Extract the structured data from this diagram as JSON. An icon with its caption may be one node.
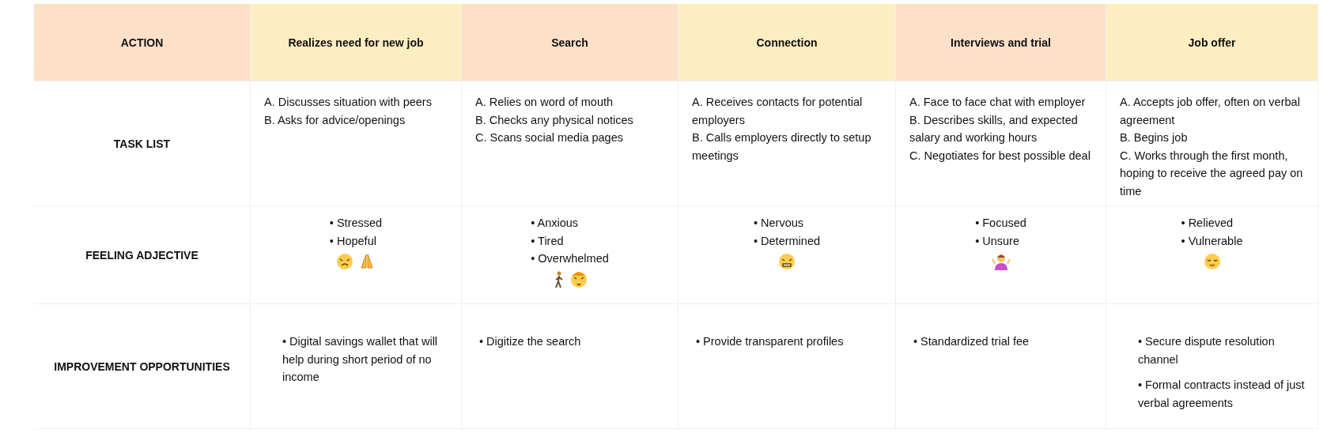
{
  "diagram": {
    "labels": [
      "ACTION",
      "Realizes need for new job",
      "Search",
      "Connection",
      "Interviews and trial",
      "Job offer",
      "TASK LIST",
      "A. Discusses situation with peers",
      "B. Asks for advice/openings",
      "A. Relies on word of mouth",
      "B. Checks any physical notices",
      "C. Scans social media pages",
      "A. Receives contacts for potential employers",
      "B. Calls employers directly to setup meetings",
      "A. Face to face chat with employer",
      "B. Describes skills, and expected salary and working hours",
      "C. Negotiates for best possible deal",
      "A. Accepts job offer, often on verbal agreement",
      "B. Begins job",
      "C. Works through the first month, hoping to receive the agreed pay on time",
      "FEELING ADJECTIVE",
      "• Stressed",
      "• Hopeful",
      "• Anxious",
      "• Tired",
      "• Overwhelmed",
      "• Nervous",
      "• Determined",
      "• Focused",
      "• Unsure",
      "• Relieved",
      "• Vulnerable",
      "IMPROVEMENT OPPORTUNITIES",
      "• Digital savings wallet that will help during short period of no income",
      "• Digitize the search",
      "• Provide transparent profiles",
      "• Standardized trial fee",
      "• Secure dispute resolution channel",
      "• Formal contracts instead of just verbal agreements"
    ]
  }
}
